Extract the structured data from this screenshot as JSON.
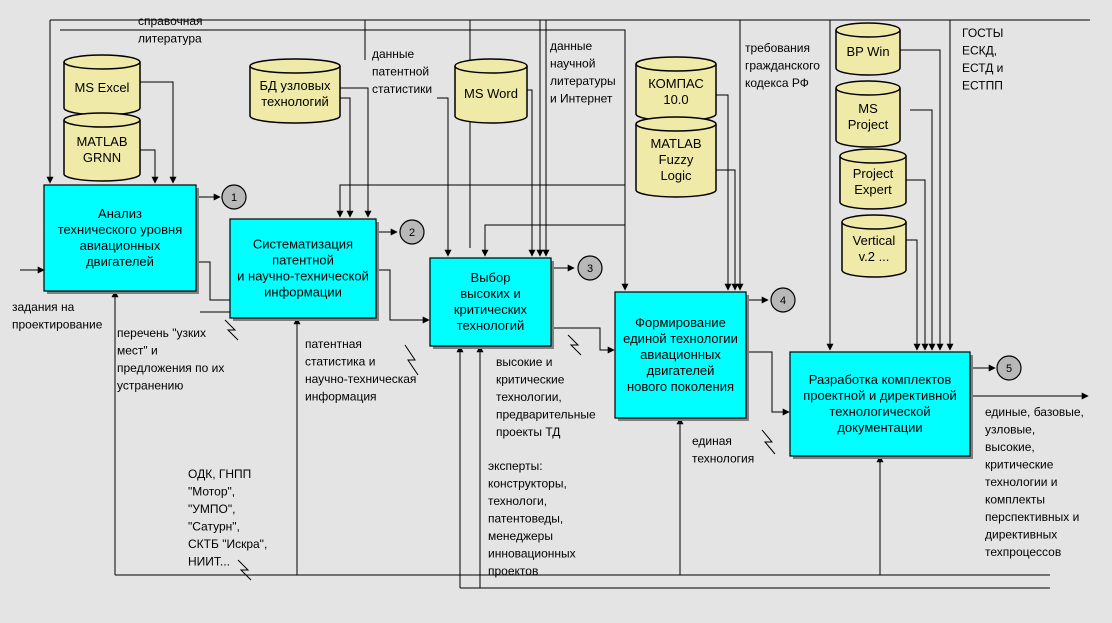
{
  "colors": {
    "background": "#e4e4e4",
    "process_fill": "#00ffff",
    "db_fill": "#f0eaa8",
    "circle_fill": "#b8b8b8",
    "line": "#000000"
  },
  "processes": [
    {
      "id": "p1",
      "lines": [
        "Анализ",
        "технического уровня",
        "авиационных",
        "двигателей"
      ]
    },
    {
      "id": "p2",
      "lines": [
        "Систематизация",
        "патентной",
        "и научно-технической",
        "информации"
      ]
    },
    {
      "id": "p3",
      "lines": [
        "Выбор",
        "высоких и",
        "критических",
        "технологий"
      ]
    },
    {
      "id": "p4",
      "lines": [
        "Формирование",
        "единой технологии",
        "авиационных",
        "двигателей",
        "нового поколения"
      ]
    },
    {
      "id": "p5",
      "lines": [
        "Разработка комплектов",
        "проектной и директивной",
        "технологической",
        "документации"
      ]
    }
  ],
  "databases": [
    {
      "id": "excel",
      "lines": [
        "MS Excel"
      ]
    },
    {
      "id": "grnn",
      "lines": [
        "MATLAB",
        "GRNN"
      ]
    },
    {
      "id": "bd",
      "lines": [
        "БД узловых",
        "технологий"
      ]
    },
    {
      "id": "word",
      "lines": [
        "MS Word"
      ]
    },
    {
      "id": "kompas",
      "lines": [
        "КОМПАС",
        "10.0"
      ]
    },
    {
      "id": "fuzzy",
      "lines": [
        "MATLAB",
        "Fuzzy",
        "Logic"
      ]
    },
    {
      "id": "bpwin",
      "lines": [
        "BP Win"
      ]
    },
    {
      "id": "project",
      "lines": [
        "MS",
        "Project"
      ]
    },
    {
      "id": "expert",
      "lines": [
        "Project",
        "Expert"
      ]
    },
    {
      "id": "vertical",
      "lines": [
        "Vertical",
        "v.2 ..."
      ]
    }
  ],
  "circles": [
    "1",
    "2",
    "3",
    "4",
    "5"
  ],
  "labels": [
    {
      "id": "ref_lit",
      "lines": [
        "справочная",
        "литература"
      ]
    },
    {
      "id": "patent_stats",
      "lines": [
        "данные",
        "патентной",
        "статистики"
      ]
    },
    {
      "id": "sci_lit",
      "lines": [
        "данные",
        "научной",
        "литературы",
        "и Интернет"
      ]
    },
    {
      "id": "civil_code",
      "lines": [
        "требования",
        "гражданского",
        "кодекса РФ"
      ]
    },
    {
      "id": "standards",
      "lines": [
        "ГОСТЫ",
        "ЕСКД,",
        "ЕСТД и",
        "ЕСТПП"
      ]
    },
    {
      "id": "task",
      "lines": [
        "задания на",
        "проектирование"
      ]
    },
    {
      "id": "bottlenecks",
      "lines": [
        "перечень \"узких",
        "мест\" и",
        "предложения по их",
        "устранению"
      ]
    },
    {
      "id": "patent_info",
      "lines": [
        "патентная",
        "статистика и",
        "научно-техническая",
        "информация"
      ]
    },
    {
      "id": "critical_tech",
      "lines": [
        "высокие и",
        "критические",
        "технологии,",
        "предварительные",
        "проекты ТД"
      ]
    },
    {
      "id": "unified_tech",
      "lines": [
        "единая",
        "технология"
      ]
    },
    {
      "id": "output",
      "lines": [
        "единые, базовые,",
        "узловые,",
        "высокие,",
        "критические",
        "технологии и",
        "комплекты",
        "перспективных и",
        "директивных",
        "техпроцессов"
      ]
    },
    {
      "id": "orgs",
      "lines": [
        "ОДК, ГНПП",
        "\"Мотор\",",
        "\"УМПО\",",
        "\"Сатурн\",",
        "СКТБ \"Искра\",",
        "НИИТ..."
      ]
    },
    {
      "id": "experts",
      "lines": [
        "эксперты:",
        "конструкторы,",
        "технологи,",
        "патентоведы,",
        "менеджеры",
        "инновационных",
        "проектов"
      ]
    }
  ]
}
